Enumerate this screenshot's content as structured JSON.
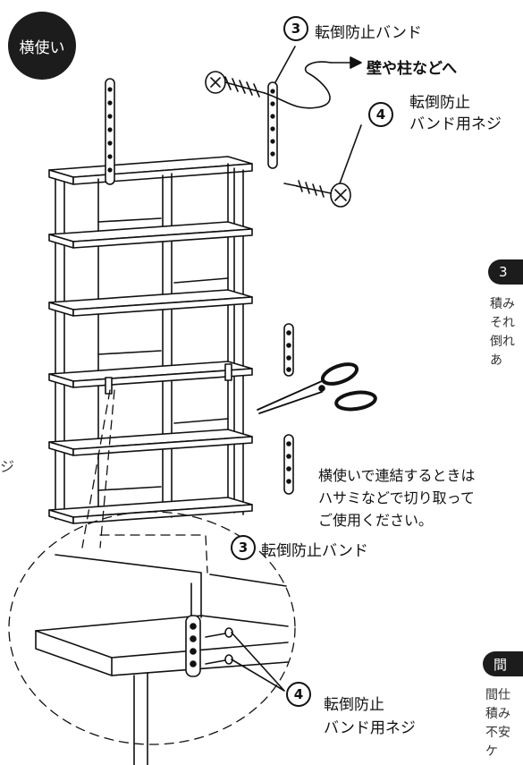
{
  "badge": {
    "label": "横使い"
  },
  "callouts": {
    "band_top": {
      "number": "3",
      "label": "転倒防止バンド"
    },
    "wall_arrow": {
      "label": "壁や柱などへ"
    },
    "screw_top": {
      "number": "4",
      "line1": "転倒防止",
      "line2": "バンド用ネジ"
    },
    "band_bottom": {
      "number": "3",
      "label": "転倒防止バンド"
    },
    "screw_bottom": {
      "number": "4",
      "line1": "転倒防止",
      "line2": "バンド用ネジ"
    }
  },
  "instruction": {
    "line1": "横使いで連結するときは",
    "line2": "ハサミなどで切り取って",
    "line3": "ご使用ください。"
  },
  "right_section_1": {
    "tag": "3",
    "lines": [
      "積み",
      "それ",
      "倒れ",
      "あ"
    ]
  },
  "right_section_2": {
    "tag": "間",
    "lines": [
      "間仕",
      "積み",
      "不安",
      "ケ"
    ]
  },
  "left_cut": {
    "fragment": "ジ"
  }
}
